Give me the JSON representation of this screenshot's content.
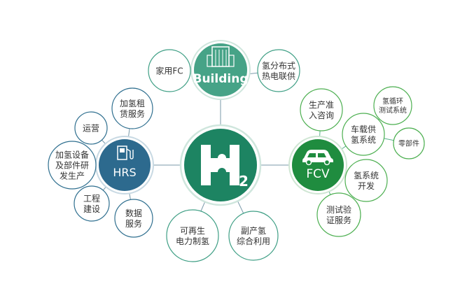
{
  "colors": {
    "hrs": "#2d6a8e",
    "fcv": "#1f8c3f",
    "building": "#46a387",
    "center": "#1d8462",
    "line": "#7a9aaa"
  },
  "center": {
    "label": "2",
    "icon": "h2-puzzle-icon"
  },
  "building": {
    "label": "Building",
    "icon": "building-icon",
    "satellites": [
      "家用FC",
      "氢分布式\n热电联供"
    ]
  },
  "hrs": {
    "label": "HRS",
    "icon": "fuel-pump-icon",
    "satellites": [
      "加氢租\n赁服务",
      "运营",
      "加氢设备\n及部件研\n发生产",
      "工程\n建设",
      "数据\n服务"
    ]
  },
  "fcv": {
    "label": "FCV",
    "icon": "car-icon",
    "satellites": [
      "生产准\n入咨询",
      "车载供\n氢系统",
      "氢循环\n测试系统",
      "零部件",
      "氢系统\n开发",
      "测试验\n证服务"
    ]
  },
  "bottom": {
    "satellites": [
      "可再生\n电力制氢",
      "副产氢\n综合利用"
    ]
  }
}
